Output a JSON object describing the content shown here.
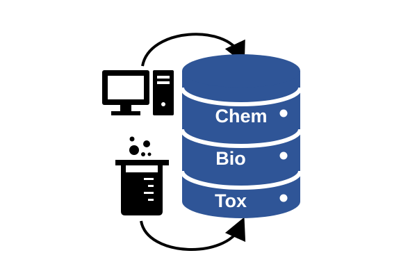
{
  "colors": {
    "database": "#2f5597",
    "band_separator": "#ffffff",
    "icons": "#000000",
    "background": "#ffffff",
    "label_text": "#ffffff"
  },
  "icons": {
    "computer": "desktop-computer-icon",
    "beaker": "lab-beaker-icon",
    "database": "database-cylinder-icon"
  },
  "database": {
    "layers": [
      {
        "label": "Chem"
      },
      {
        "label": "Bio"
      },
      {
        "label": "Tox"
      }
    ]
  }
}
